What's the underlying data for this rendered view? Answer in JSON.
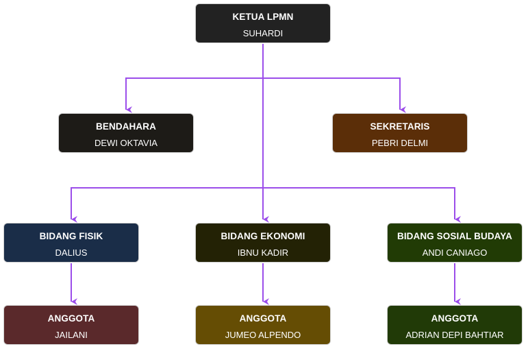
{
  "org_chart": {
    "connector_color": "#9b4dea",
    "nodes": [
      {
        "id": "ketua",
        "role": "KETUA LPMN",
        "name": "SUHARDI",
        "color": "#222222"
      },
      {
        "id": "bendahara",
        "role": "BENDAHARA",
        "name": "DEWI OKTAVIA",
        "color": "#1d1b17"
      },
      {
        "id": "sekretaris",
        "role": "SEKRETARIS",
        "name": "PEBRI DELMI",
        "color": "#5b2e08"
      },
      {
        "id": "fisik",
        "role": "BIDANG FISIK",
        "name": "DALIUS",
        "color": "#1a2d48"
      },
      {
        "id": "ekonomi",
        "role": "BIDANG EKONOMI",
        "name": "IBNU KADIR",
        "color": "#232205"
      },
      {
        "id": "sosbud",
        "role": "BIDANG SOSIAL BUDAYA",
        "name": "ANDI CANIAGO",
        "color": "#213b05"
      },
      {
        "id": "anggota_fisik",
        "role": "ANGGOTA",
        "name": "JAILANI",
        "color": "#5a292b"
      },
      {
        "id": "anggota_ekonomi",
        "role": "ANGGOTA",
        "name": "JUMEO ALPENDO",
        "color": "#654d04"
      },
      {
        "id": "anggota_sosbud",
        "role": "ANGGOTA",
        "name": "ADRIAN DEPI BAHTIAR",
        "color": "#213a07"
      }
    ]
  }
}
